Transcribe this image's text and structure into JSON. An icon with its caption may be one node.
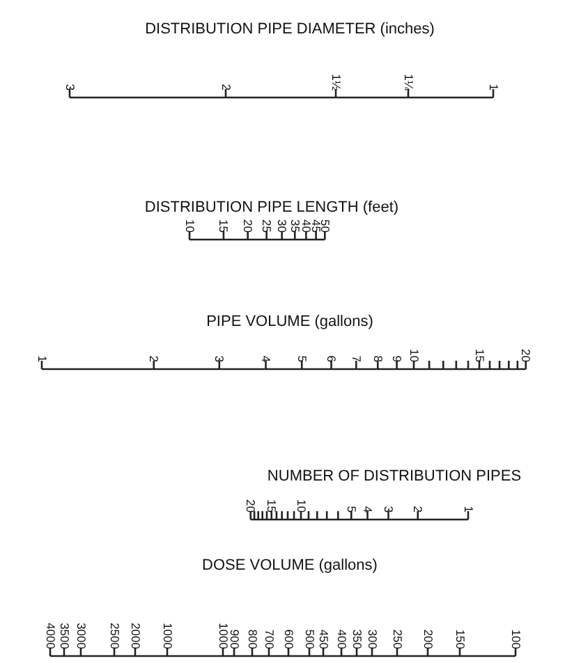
{
  "diagram": {
    "labels": [
      "DISTRIBUTION PIPE DIAMETER (inches)",
      "3",
      "2",
      "1½",
      "1¼",
      "1",
      "DISTRIBUTION PIPE LENGTH (feet)",
      "10",
      "15",
      "20",
      "25",
      "30",
      "35",
      "40",
      "45",
      "50",
      "PIPE VOLUME (gallons)",
      "1",
      "2",
      "3",
      "4",
      "5",
      "6",
      "7",
      "8",
      "9",
      "10",
      "15",
      "20",
      "NUMBER OF DISTRIBUTION PIPES",
      "20",
      "15",
      "10",
      "5",
      "4",
      "3",
      "2",
      "1",
      "DOSE VOLUME (gallons)",
      "4000",
      "3500",
      "3000",
      "2500",
      "2000",
      "1000",
      "1000",
      "900",
      "800",
      "700",
      "600",
      "500",
      "450",
      "400",
      "350",
      "300",
      "250",
      "200",
      "150",
      "100"
    ]
  }
}
